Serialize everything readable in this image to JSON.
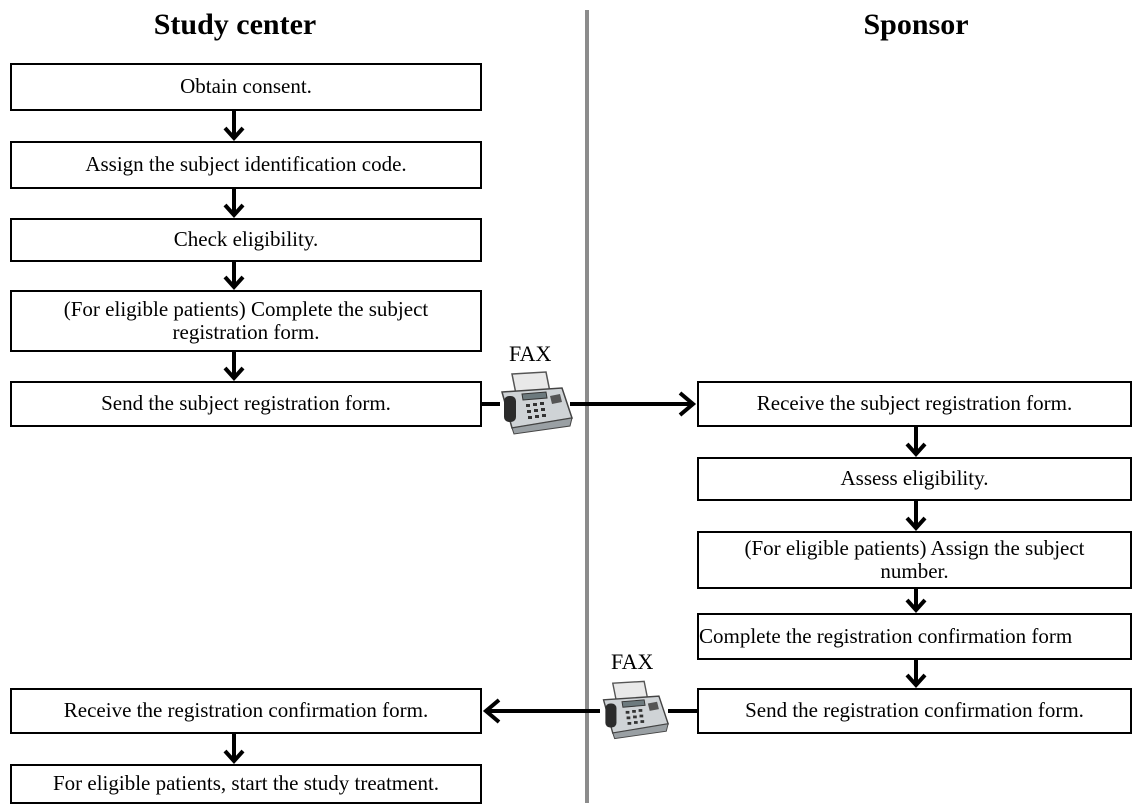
{
  "columns": {
    "left_title": "Study center",
    "right_title": "Sponsor"
  },
  "study_center_steps": [
    "Obtain consent.",
    "Assign the subject identification code.",
    "Check eligibility.",
    "(For eligible patients) Complete the subject registration form.",
    "Send the subject registration form.",
    "Receive the registration confirmation form.",
    "For eligible patients, start the study treatment."
  ],
  "sponsor_steps": [
    "Receive the subject registration form.",
    "Assess eligibility.",
    "(For eligible patients) Assign the subject number.",
    "Complete the registration confirmation form",
    "Send the registration confirmation form."
  ],
  "fax_labels": [
    "FAX",
    "FAX"
  ],
  "icons": [
    "fax-machine-icon",
    "fax-machine-icon"
  ]
}
